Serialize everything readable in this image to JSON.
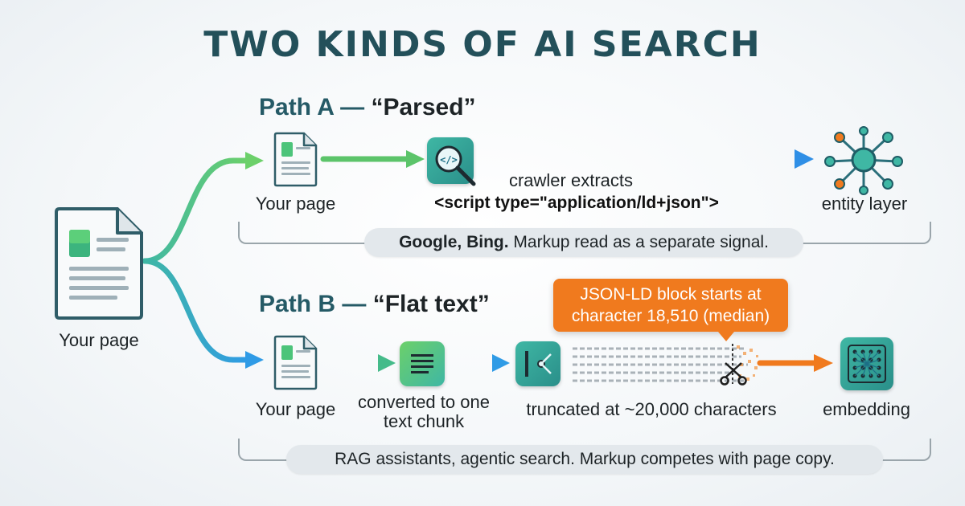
{
  "title": "TWO KINDS OF AI SEARCH",
  "source": {
    "label": "Your page"
  },
  "path_a": {
    "title_prefix": "Path A —",
    "title_quote": "“Parsed”",
    "step1_label": "Your page",
    "step2_caption": "crawler extracts",
    "step2_code": "<script type=\"application/ld+json\">",
    "step3_label": "entity layer",
    "note_bold": "Google, Bing.",
    "note_rest": " Markup read as a separate signal."
  },
  "path_b": {
    "title_prefix": "Path B —",
    "title_quote": "“Flat text”",
    "step1_label": "Your page",
    "step2_label": "converted to one text chunk",
    "step3_label": "truncated at ~20,000 characters",
    "step4_label": "embedding",
    "callout": "JSON-LD block starts at character 18,510 (median)",
    "note": "RAG assistants, agentic search. Markup competes with page copy."
  },
  "colors": {
    "green": "#5cc46a",
    "blue": "#2f9be6",
    "orange": "#f07a1e",
    "teal": "#2a8f8a",
    "title": "#23505a"
  },
  "icons": {
    "doc": "document-icon",
    "code_search": "code-magnifier-icon",
    "network": "entity-network-icon",
    "text_chunk": "text-chunk-icon",
    "truncate": "text-truncation-icon",
    "scissors": "scissors-icon",
    "embedding": "embedding-grid-icon"
  }
}
